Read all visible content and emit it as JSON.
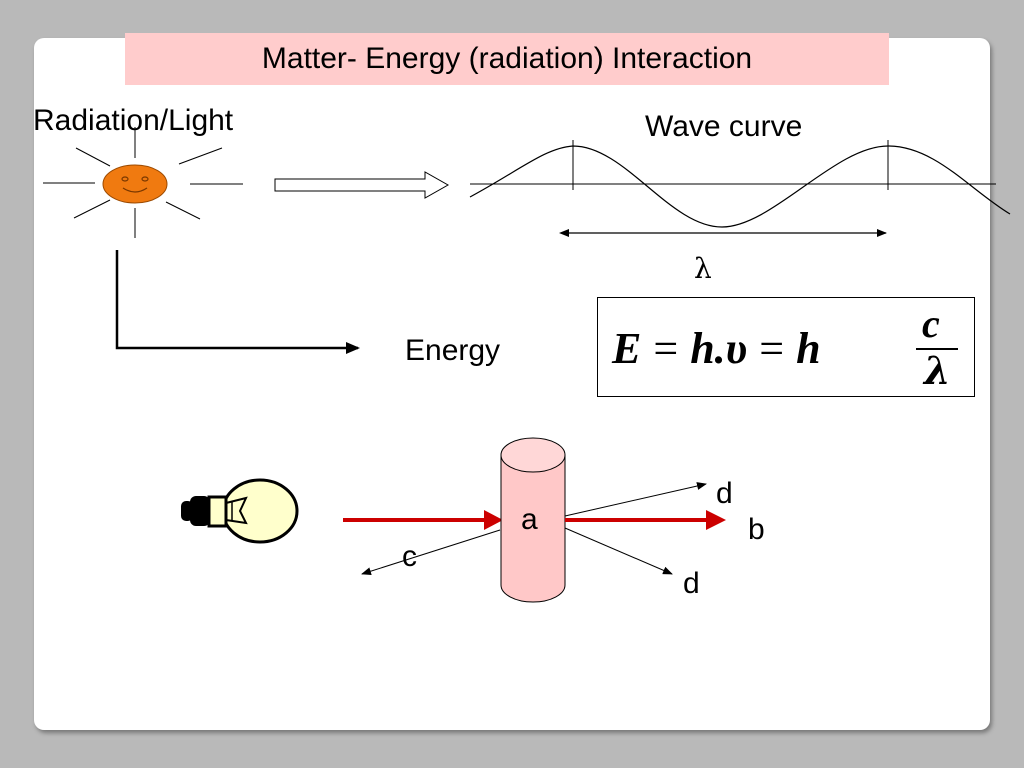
{
  "title": "Matter- Energy  (radiation) Interaction",
  "labels": {
    "radiation": "Radiation/Light",
    "wave_curve": "Wave curve",
    "lambda": "λ",
    "energy": "Energy",
    "a": "a",
    "b": "b",
    "c": "c",
    "d_top": "d",
    "d_bottom": "d"
  },
  "formula": {
    "E": "E",
    "eq1": "=",
    "h1": "h",
    "dot": ".",
    "nu": "υ",
    "eq2": "=",
    "h2": "h",
    "num": "c",
    "den": "λ"
  },
  "colors": {
    "title_bg": "#ffcccc",
    "sun": "#f07a10",
    "beam": "#cc0000",
    "cylinder": "#ffc8c8",
    "bulb": "#ffffcc"
  },
  "icons": [
    "sun-icon",
    "light-bulb-icon"
  ]
}
